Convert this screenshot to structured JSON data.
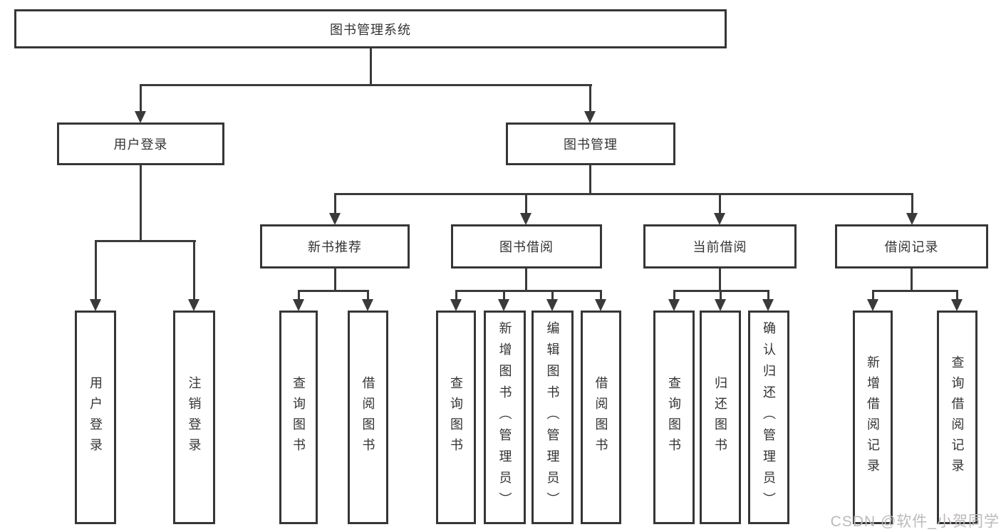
{
  "diagram_title": "图书管理系统",
  "tree": {
    "root": {
      "label": "图书管理系统"
    },
    "branches": [
      {
        "label": "用户登录",
        "children": [
          {
            "label": "用户登录"
          },
          {
            "label": "注销登录"
          }
        ]
      },
      {
        "label": "图书管理",
        "children": [
          {
            "label": "新书推荐",
            "children": [
              {
                "label": "查询图书"
              },
              {
                "label": "借阅图书"
              }
            ]
          },
          {
            "label": "图书借阅",
            "children": [
              {
                "label": "查询图书"
              },
              {
                "label": "新增图书（管理员）"
              },
              {
                "label": "编辑图书（管理员）"
              },
              {
                "label": "借阅图书"
              }
            ]
          },
          {
            "label": "当前借阅",
            "children": [
              {
                "label": "查询图书"
              },
              {
                "label": "归还图书"
              },
              {
                "label": "确认归还（管理员）"
              }
            ]
          },
          {
            "label": "借阅记录",
            "children": [
              {
                "label": "新增借阅记录"
              },
              {
                "label": "查询借阅记录"
              }
            ]
          }
        ]
      }
    ]
  },
  "watermark": {
    "text": "CSDN @软件_小贺同学"
  },
  "colors": {
    "line": "#3a3a3a",
    "border": "#363636",
    "text": "#333333",
    "background": "#ffffff",
    "watermark": "#bdb9bb"
  }
}
